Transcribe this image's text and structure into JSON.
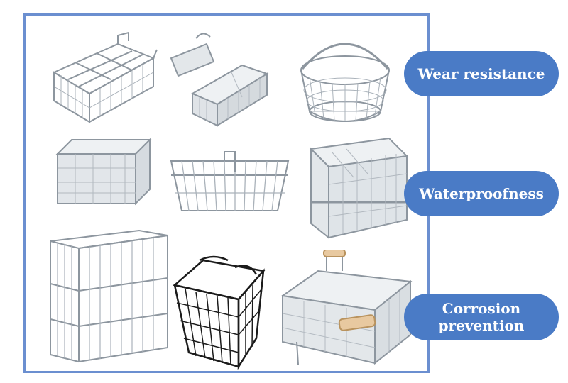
{
  "features": [
    {
      "label": "Wear resistance"
    },
    {
      "label": "Waterproofness"
    },
    {
      "label": "Corrosion prevention",
      "line1": "Corrosion",
      "line2": "prevention"
    }
  ],
  "products": [
    {
      "name": "rectangular-divided-basket-icon"
    },
    {
      "name": "lidded-mesh-box-icon"
    },
    {
      "name": "round-basket-with-handle-icon"
    },
    {
      "name": "square-mesh-basket-icon"
    },
    {
      "name": "wire-shelf-basket-icon"
    },
    {
      "name": "stacked-tray-basket-icon"
    },
    {
      "name": "tall-wire-basket-icon"
    },
    {
      "name": "black-wire-basket-icon"
    },
    {
      "name": "mesh-tray-wooden-handles-icon"
    }
  ],
  "colors": {
    "frame": "#6b8fd0",
    "pill": "#4a7bc6",
    "pill_text": "#ffffff",
    "steel": "#9aa3ad",
    "black_wire": "#1b1b1b",
    "wood": "#e8c9a0"
  }
}
